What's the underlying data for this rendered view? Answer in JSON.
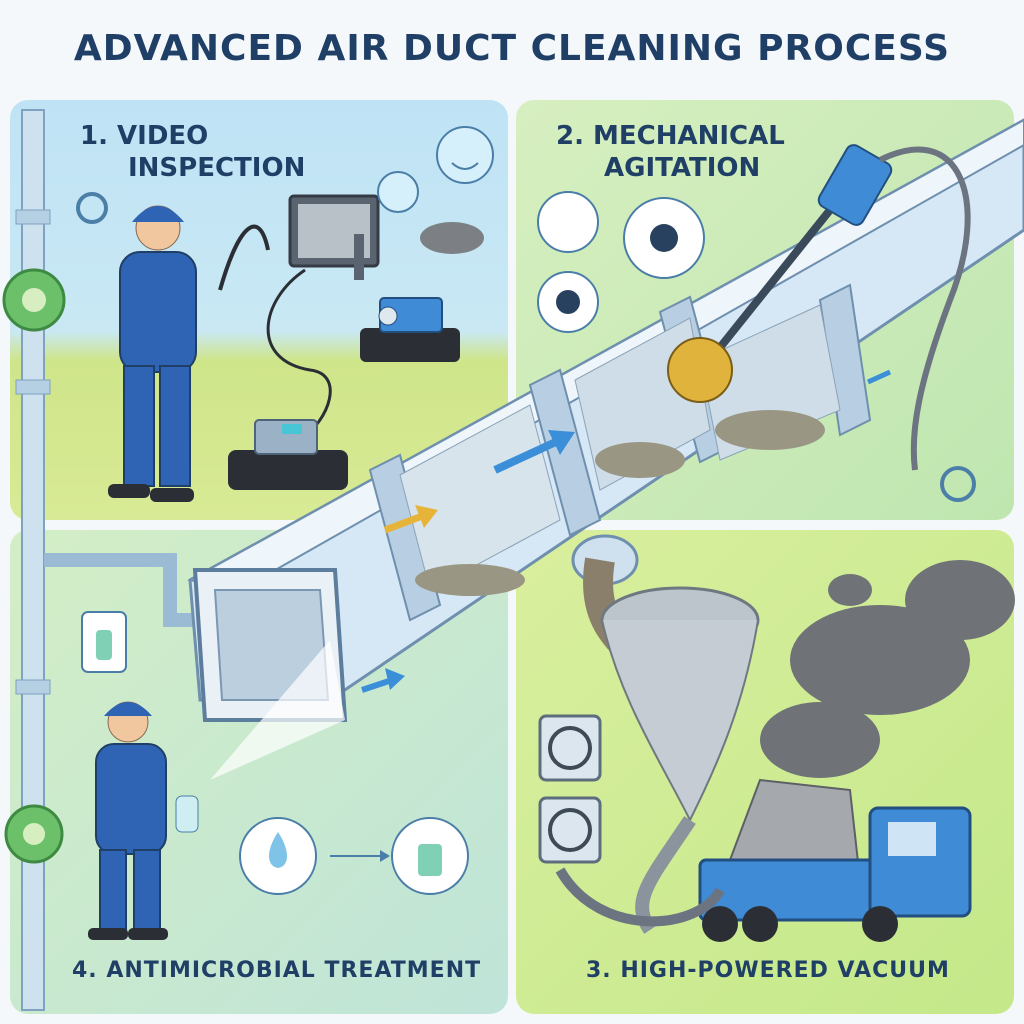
{
  "title": "ADVANCED AIR DUCT CLEANING PROCESS",
  "steps": {
    "s1": {
      "number": "1.",
      "line1": "VIDEO",
      "line2": "INSPECTION"
    },
    "s2": {
      "number": "2.",
      "line1": "MECHANICAL",
      "line2": "AGITATION"
    },
    "s3": {
      "text": "3. HIGH-POWERED VACUUM"
    },
    "s4": {
      "text": "4. ANTIMICROBIAL TREATMENT"
    }
  },
  "colors": {
    "title": "#1f3f66",
    "duct": "#c9dff0",
    "worker": "#2f63b4",
    "accent": "#3a8fd8",
    "dust": "#8a8a7a"
  }
}
